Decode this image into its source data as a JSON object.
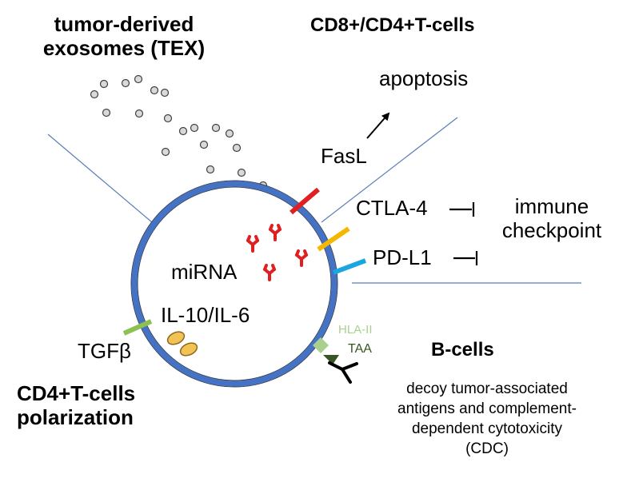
{
  "labels": {
    "tex_line1": "tumor-derived",
    "tex_line2": "exosomes (TEX)",
    "cd8cd4": "CD8+/CD4+T-cells",
    "apoptosis": "apoptosis",
    "fasl": "FasL",
    "ctla4": "CTLA-4",
    "immune": "immune",
    "checkpoint": "checkpoint",
    "pdl1": "PD-L1",
    "mirna": "miRNA",
    "il10il6": "IL-10/IL-6",
    "tgfb": "TGFβ",
    "hla2": "HLA-II",
    "taa": "TAA",
    "bcells": "B-cells",
    "cd4_line1": "CD4+T-cells",
    "cd4_line2": "polarization",
    "decoy_line1": "decoy tumor-associated",
    "decoy_line2": "antigens and complement-",
    "decoy_line3": "dependent cytotoxicity",
    "decoy_line4": "(CDC)"
  },
  "colors": {
    "membrane_fill": "#ffffff",
    "membrane_stroke": "#4472c4",
    "membrane_inner": "#2f3f5f",
    "divider": "#5b7fb8",
    "fasl": "#e02020",
    "ctla4": "#f5b800",
    "pdl1": "#1aa7e0",
    "tgfb": "#8cc152",
    "mirna": "#e02020",
    "interleukin_fill": "#f2c255",
    "interleukin_stroke": "#8a6a20",
    "hla_fill": "#a9d08e",
    "hla_text": "#a9d08e",
    "taa_fill": "#375623",
    "taa_text": "#375623",
    "vesicle_fill": "#d9d9d9",
    "vesicle_stroke": "#404040"
  }
}
